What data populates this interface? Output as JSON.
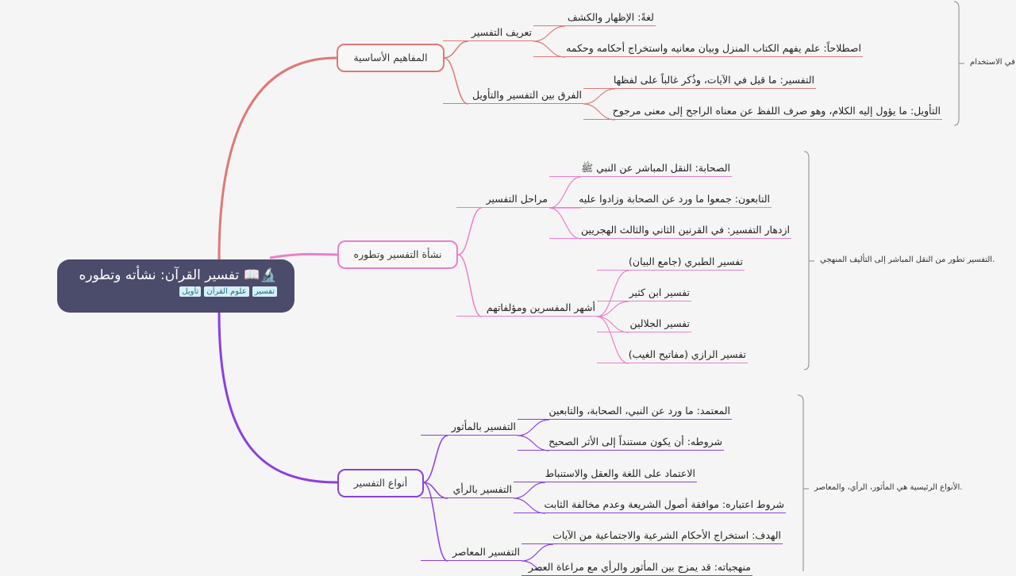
{
  "colors": {
    "branch1": "#e07878",
    "branch2": "#ea7fcb",
    "branch3": "#8a3fe4",
    "root_bg": "#4b4b6b"
  },
  "root": {
    "title": "🔬📖 تفسير القرآن: نشأته وتطوره",
    "tags": [
      "تفسير",
      "علوم القرآن",
      "تأويل"
    ]
  },
  "branches": [
    {
      "label": "المفاهيم الأساسية",
      "summary": "في الاستخدام",
      "subs": [
        {
          "label": "تعريف التفسير",
          "leaves": [
            "لغةً: الإظهار والكشف",
            "اصطلاحاً: علم يفهم الكتاب المنزل وبيان معانيه واستخراج أحكامه وحكمه"
          ]
        },
        {
          "label": "الفرق بين التفسير والتأويل",
          "leaves": [
            "التفسير: ما قيل في الآيات، وذُكر غالباً على لفظها",
            "التأويل: ما يؤول إليه الكلام، وهو صرف اللفظ عن معناه الراجح إلى معنى مرجوح"
          ]
        }
      ]
    },
    {
      "label": "نشأة التفسير وتطوره",
      "summary": ".التفسير تطور من النقل المباشر إلى التأليف المنهجي",
      "subs": [
        {
          "label": "مراحل التفسير",
          "leaves": [
            "الصحابة: النقل المباشر عن النبي ﷺ",
            "التابعون: جمعوا ما ورد عن الصحابة وزادوا عليه",
            "ازدهار التفسير: في القرنين الثاني والثالث الهجريين"
          ]
        },
        {
          "label": "أشهر المفسرين ومؤلفاتهم",
          "leaves": [
            "تفسير الطبري (جامع البيان)",
            "تفسير ابن كثير",
            "تفسير الجلالين",
            "تفسير الرازي (مفاتيح الغيب)"
          ]
        }
      ]
    },
    {
      "label": "أنواع التفسير",
      "summary": ".الأنواع الرئيسية هي المأثور، الرأي، والمعاصر",
      "subs": [
        {
          "label": "التفسير بالمأثور",
          "leaves": [
            "المعتمد: ما ورد عن النبي، الصحابة، والتابعين",
            "شروطه: أن يكون مستنداً إلى الأثر الصحيح"
          ]
        },
        {
          "label": "التفسير بالرأي",
          "leaves": [
            "الاعتماد على اللغة والعقل والاستنباط",
            "شروط اعتباره: موافقة أصول الشريعة وعدم مخالفة الثابت"
          ]
        },
        {
          "label": "التفسير المعاصر",
          "leaves": [
            "الهدف: استخراج الأحكام الشرعية والاجتماعية من الآيات",
            "منهجياته: قد يمزج بين المأثور والرأي مع مراعاة العصر"
          ]
        }
      ]
    }
  ]
}
